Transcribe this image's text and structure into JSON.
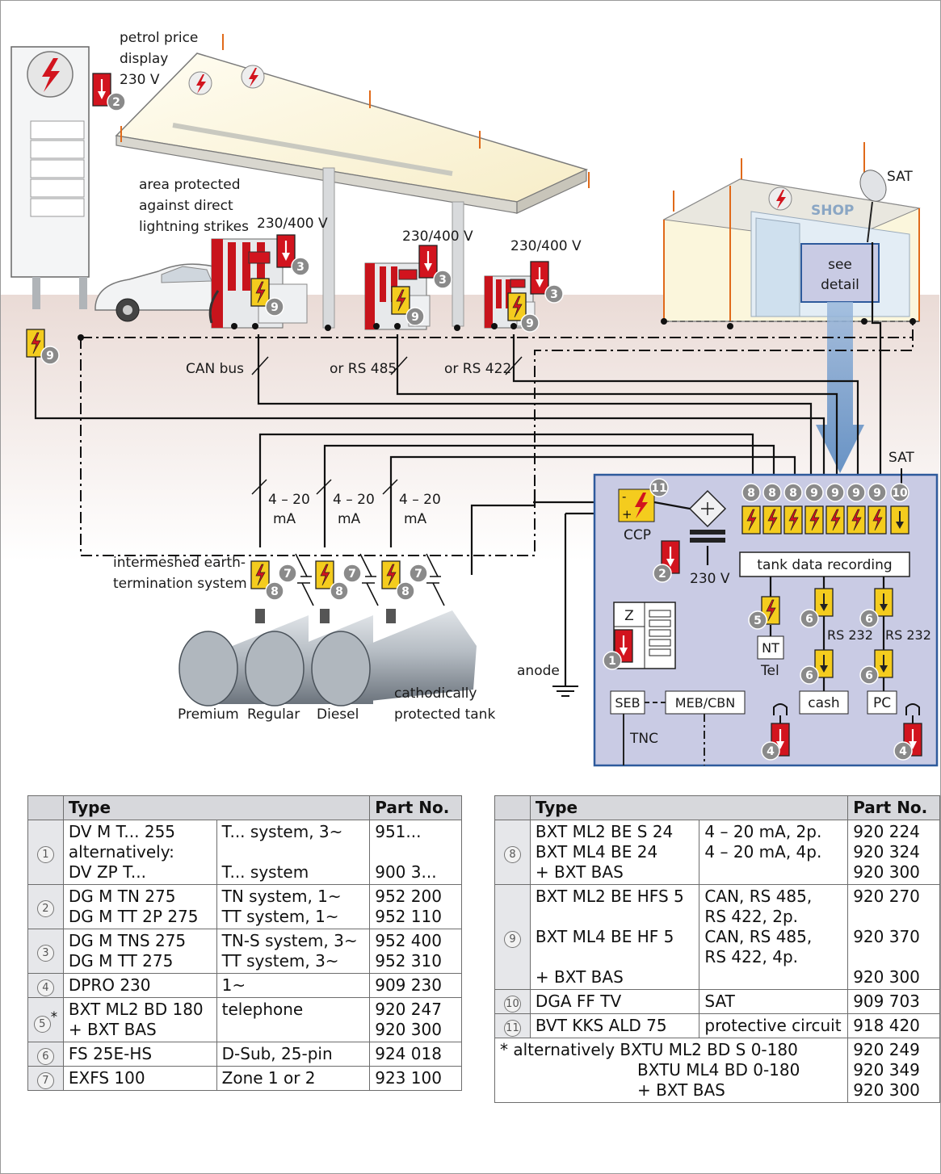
{
  "colors": {
    "sky": "#ffffff",
    "ground": "#f1e6e2",
    "panel": "#c9cbe4",
    "panel_border": "#2e5a9c",
    "yellow": "#f4cc1e",
    "red": "#d2141e",
    "arrow_blue": "#6f9bcc",
    "badge": "#8a8a8a",
    "table_header": "#d7d8dc"
  },
  "icons": [
    "lightning-arrester-icon",
    "surge-protector-icon",
    "satellite-dish-icon",
    "earth-ground-icon",
    "car-icon"
  ],
  "diagram": {
    "petrol_display": [
      "petrol price",
      "display",
      "230 V"
    ],
    "area_protected": [
      "area protected",
      "against direct",
      "lightning strikes"
    ],
    "voltage_1": "230/400 V",
    "voltage_2": "230/400 V",
    "voltage_3": "230/400 V",
    "sat_top": "SAT",
    "shop_sign": "SHOP",
    "see_detail": [
      "see",
      "detail"
    ],
    "can_bus": "CAN bus",
    "rs485": "or RS 485",
    "rs422": "or RS 422",
    "sat_panel": "SAT",
    "ma_range": "4 – 20",
    "ma_unit": "mA",
    "earth_system": [
      "intermeshed earth-",
      "termination system"
    ],
    "tank_premium": "Premium",
    "tank_regular": "Regular",
    "tank_diesel": "Diesel",
    "anode": "anode",
    "cathodic": [
      "cathodically",
      "protected tank"
    ],
    "ccp": "CCP",
    "v230": "230 V",
    "tank_data": "tank data recording",
    "nt": "NT",
    "tel": "Tel",
    "rs232_a": "RS 232",
    "rs232_b": "RS 232",
    "cash": "cash",
    "pc": "PC",
    "z": "Z",
    "seb": "SEB",
    "meb": "MEB/CBN",
    "tnc": "TNC",
    "badges": {
      "b1": "1",
      "b2": "2",
      "b3": "3",
      "b4": "4",
      "b5": "5",
      "b6": "6",
      "b7": "7",
      "b8": "8",
      "b9": "9",
      "b10": "10",
      "b11": "11"
    }
  },
  "table_left": {
    "h_type": "Type",
    "h_part": "Part No.",
    "rows": [
      {
        "n": "1",
        "type": [
          "DV M T... 255",
          "alternatively:",
          "DV ZP T..."
        ],
        "desc": [
          "T... system, 3~",
          "",
          "T... system"
        ],
        "part": [
          "951...",
          "",
          "900 3..."
        ]
      },
      {
        "n": "2",
        "type": [
          "DG M TN 275",
          "DG M TT 2P 275"
        ],
        "desc": [
          "TN system, 1~",
          "TT system, 1~"
        ],
        "part": [
          "952 200",
          "952 110"
        ]
      },
      {
        "n": "3",
        "type": [
          "DG M TNS 275",
          "DG M TT 275"
        ],
        "desc": [
          "TN-S system, 3~",
          "TT system, 3~"
        ],
        "part": [
          "952 400",
          "952 310"
        ]
      },
      {
        "n": "4",
        "type": [
          "DPRO 230"
        ],
        "desc": [
          "1~"
        ],
        "part": [
          "909 230"
        ]
      },
      {
        "n": "5",
        "star": "*",
        "type": [
          "BXT ML2 BD 180",
          "+ BXT BAS"
        ],
        "desc": [
          "telephone"
        ],
        "part": [
          "920 247",
          "920 300"
        ]
      },
      {
        "n": "6",
        "type": [
          "FS 25E-HS"
        ],
        "desc": [
          "D-Sub, 25-pin"
        ],
        "part": [
          "924 018"
        ]
      },
      {
        "n": "7",
        "type": [
          "EXFS 100"
        ],
        "desc": [
          "Zone 1 or 2"
        ],
        "part": [
          "923 100"
        ]
      }
    ]
  },
  "table_right": {
    "h_type": "Type",
    "h_part": "Part No.",
    "rows": [
      {
        "n": "8",
        "type": [
          "BXT ML2 BE S 24",
          "BXT ML4 BE 24",
          "+ BXT BAS"
        ],
        "desc": [
          "4 – 20 mA, 2p.",
          "4 – 20 mA, 4p."
        ],
        "part": [
          "920 224",
          "920 324",
          "920 300"
        ]
      },
      {
        "n": "9",
        "type": [
          "BXT ML2 BE HFS 5",
          "",
          "BXT ML4 BE HF 5",
          "",
          "+ BXT BAS"
        ],
        "desc": [
          "CAN, RS 485,",
          "RS 422, 2p.",
          "CAN, RS 485,",
          "RS 422, 4p."
        ],
        "part": [
          "920 270",
          "",
          "920 370",
          "",
          "920 300"
        ]
      },
      {
        "n": "10",
        "type": [
          "DGA FF TV"
        ],
        "desc": [
          "SAT"
        ],
        "part": [
          "909 703"
        ]
      },
      {
        "n": "11",
        "type": [
          "BVT KKS ALD 75"
        ],
        "desc": [
          "protective circuit"
        ],
        "part": [
          "918 420"
        ]
      }
    ],
    "note": [
      "* alternatively BXTU ML2 BD S 0-180",
      "BXTU ML4 BD 0-180",
      "+ BXT BAS"
    ],
    "note_parts": [
      "920 249",
      "920 349",
      "920 300"
    ]
  }
}
